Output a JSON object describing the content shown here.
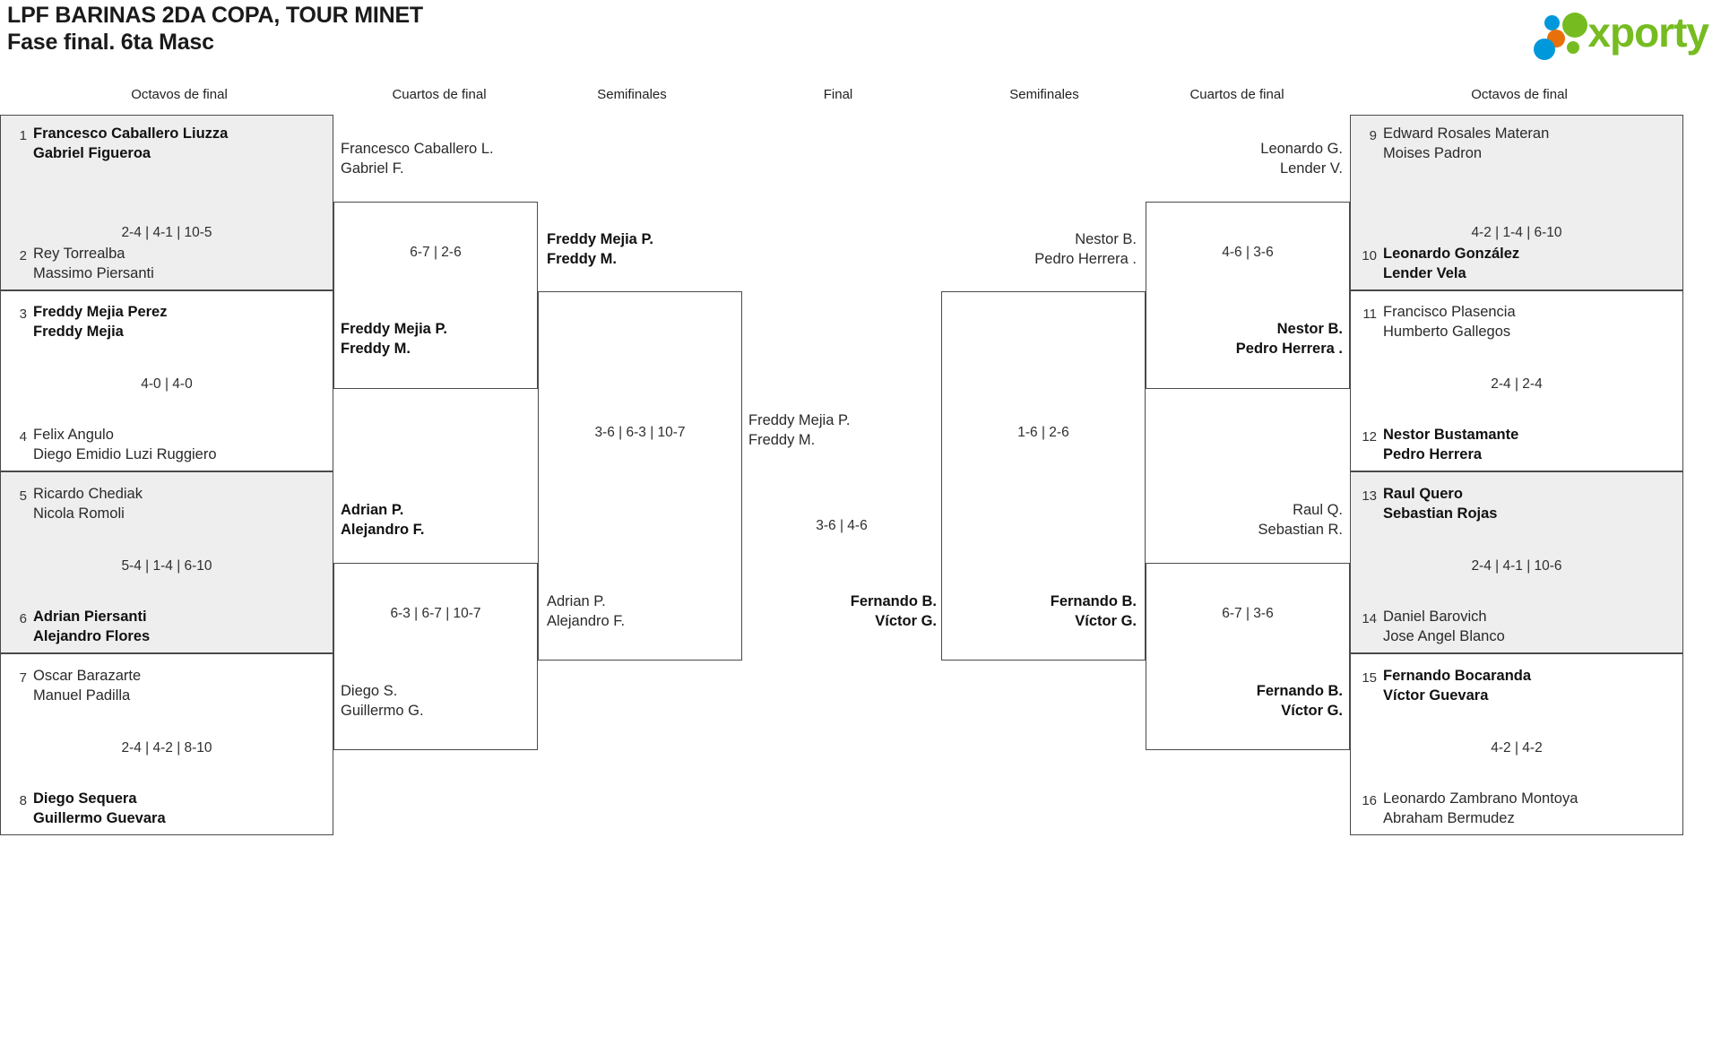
{
  "header": {
    "title_line1": "LPF BARINAS 2DA COPA, TOUR MINET",
    "title_line2": "Fase final. 6ta Masc",
    "logo_word": "xporty",
    "logo_colors": {
      "blue": "#0098da",
      "orange": "#e8700a",
      "green": "#76bc21"
    }
  },
  "round_headers": {
    "l_octavos": "Octavos de final",
    "l_cuartos": "Cuartos de final",
    "l_semis": "Semifinales",
    "final": "Final",
    "r_semis": "Semifinales",
    "r_cuartos": "Cuartos de final",
    "r_octavos": "Octavos de final"
  },
  "left": {
    "octavos": [
      {
        "seed_top": "1",
        "top_line1": "Francesco Caballero Liuzza",
        "top_line2": "Gabriel Figueroa",
        "top_winner": true,
        "score": "2-4 | 4-1 | 10-5",
        "seed_bottom": "2",
        "bottom_line1": "Rey Torrealba",
        "bottom_line2": "Massimo Piersanti",
        "bottom_winner": false
      },
      {
        "seed_top": "3",
        "top_line1": "Freddy Mejia Perez",
        "top_line2": "Freddy Mejia",
        "top_winner": true,
        "score": "4-0 | 4-0",
        "seed_bottom": "4",
        "bottom_line1": "Felix Angulo",
        "bottom_line2": "Diego Emidio Luzi Ruggiero",
        "bottom_winner": false
      },
      {
        "seed_top": "5",
        "top_line1": "Ricardo Chediak",
        "top_line2": "Nicola Romoli",
        "top_winner": false,
        "score": "5-4 | 1-4 | 6-10",
        "seed_bottom": "6",
        "bottom_line1": "Adrian Piersanti",
        "bottom_line2": "Alejandro Flores",
        "bottom_winner": true
      },
      {
        "seed_top": "7",
        "top_line1": "Oscar Barazarte",
        "top_line2": "Manuel Padilla",
        "top_winner": false,
        "score": "2-4 | 4-2 | 8-10",
        "seed_bottom": "8",
        "bottom_line1": "Diego Sequera",
        "bottom_line2": "Guillermo Guevara",
        "bottom_winner": true
      }
    ],
    "cuartos": [
      {
        "top_line1": "Francesco Caballero L.",
        "top_line2": "Gabriel F.",
        "top_winner": false,
        "score": "6-7 | 2-6",
        "bottom_line1": "Freddy Mejia P.",
        "bottom_line2": "Freddy M.",
        "bottom_winner": true
      },
      {
        "top_line1": "Adrian P.",
        "top_line2": "Alejandro F.",
        "top_winner": true,
        "score": "6-3 | 6-7 | 10-7",
        "bottom_line1": "Diego S.",
        "bottom_line2": "Guillermo G.",
        "bottom_winner": false
      }
    ],
    "semis": [
      {
        "top_line1": "Freddy Mejia P.",
        "top_line2": "Freddy M.",
        "top_winner": true,
        "score": "3-6 | 6-3 | 10-7",
        "bottom_line1": "Adrian P.",
        "bottom_line2": "Alejandro F.",
        "bottom_winner": false
      }
    ]
  },
  "final": {
    "top_line1": "Freddy Mejia P.",
    "top_line2": "Freddy M.",
    "top_winner": false,
    "score": "3-6 | 4-6",
    "bottom_line1": "Fernando B.",
    "bottom_line2": "Víctor G.",
    "bottom_winner": true
  },
  "right": {
    "semis": [
      {
        "top_line1": "Nestor B.",
        "top_line2": "Pedro Herrera .",
        "top_winner": false,
        "score": "1-6 | 2-6",
        "bottom_line1": "Fernando B.",
        "bottom_line2": "Víctor G.",
        "bottom_winner": true
      }
    ],
    "cuartos": [
      {
        "top_line1": "Leonardo G.",
        "top_line2": "Lender V.",
        "top_winner": false,
        "score": "4-6 | 3-6",
        "bottom_line1": "Nestor B.",
        "bottom_line2": "Pedro Herrera .",
        "bottom_winner": true
      },
      {
        "top_line1": "Raul Q.",
        "top_line2": "Sebastian R.",
        "top_winner": false,
        "score": "6-7 | 3-6",
        "bottom_line1": "Fernando B.",
        "bottom_line2": "Víctor G.",
        "bottom_winner": true
      }
    ],
    "octavos": [
      {
        "seed_top": "9",
        "top_line1": "Edward Rosales Materan",
        "top_line2": "Moises Padron",
        "top_winner": false,
        "score": "4-2 | 1-4 | 6-10",
        "seed_bottom": "10",
        "bottom_line1": "Leonardo González",
        "bottom_line2": "Lender Vela",
        "bottom_winner": true
      },
      {
        "seed_top": "11",
        "top_line1": "Francisco Plasencia",
        "top_line2": "Humberto Gallegos",
        "top_winner": false,
        "score": "2-4 | 2-4",
        "seed_bottom": "12",
        "bottom_line1": "Nestor Bustamante",
        "bottom_line2": "Pedro Herrera",
        "bottom_winner": true
      },
      {
        "seed_top": "13",
        "top_line1": "Raul Quero",
        "top_line2": "Sebastian Rojas",
        "top_winner": true,
        "score": "2-4 | 4-1 | 10-6",
        "seed_bottom": "14",
        "bottom_line1": "Daniel Barovich",
        "bottom_line2": "Jose Angel Blanco",
        "bottom_winner": false
      },
      {
        "seed_top": "15",
        "top_line1": "Fernando Bocaranda",
        "top_line2": "Víctor Guevara",
        "top_winner": true,
        "score": "4-2 | 4-2",
        "seed_bottom": "16",
        "bottom_line1": "Leonardo Zambrano Montoya",
        "bottom_line2": "Abraham Bermudez",
        "bottom_winner": false
      }
    ]
  }
}
